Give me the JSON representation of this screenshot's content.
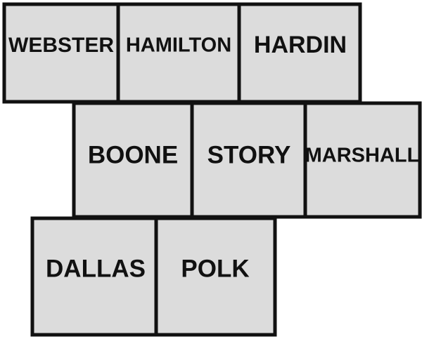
{
  "map": {
    "counties": [
      {
        "id": "webster",
        "name": "WEBSTER"
      },
      {
        "id": "hamilton",
        "name": "HAMILTON"
      },
      {
        "id": "hardin",
        "name": "HARDIN"
      },
      {
        "id": "boone",
        "name": "BOONE"
      },
      {
        "id": "story",
        "name": "STORY"
      },
      {
        "id": "marshall",
        "name": "MARSHALL"
      },
      {
        "id": "dallas",
        "name": "DALLAS"
      },
      {
        "id": "polk",
        "name": "POLK"
      }
    ],
    "colors": {
      "fill": "#dcdcdc",
      "border": "#111111",
      "text": "#111111"
    }
  }
}
